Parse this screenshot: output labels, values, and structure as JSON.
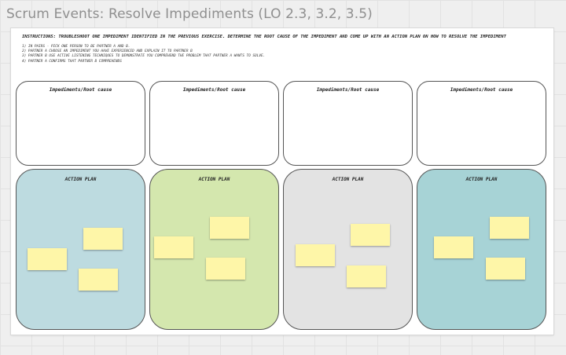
{
  "frame_title": "Scrum Events: Resolve Impediments (LO 2.3, 3.2, 3.5)",
  "instructions": "Instructions: troubleshoot one impediment identified in the previous exercise. Determine the root cause of the impediment and come up with an action plan on how to resolve the impediment",
  "steps": [
    "1) In pairs - pick one person to be partner A and B.",
    "2) Partner A choose an impediment you have experienced and explain it to partner B",
    "3) Partner B use active listening techniques to demonstrate you comprehend the problem that partner A wants to solve.",
    "4) Partner A confirms that partner B comprehends"
  ],
  "impediment_label": "Impediments/Root cause",
  "action_plan_label": "Action Plan",
  "columns": [
    {
      "plan_color": "#bddbe0"
    },
    {
      "plan_color": "#d4e7ae"
    },
    {
      "plan_color": "#e3e3e3"
    },
    {
      "plan_color": "#a7d3d6"
    }
  ],
  "colors": {
    "board": "#ffffff",
    "sticky_note": "#fef6a8",
    "card_border": "#555555"
  }
}
